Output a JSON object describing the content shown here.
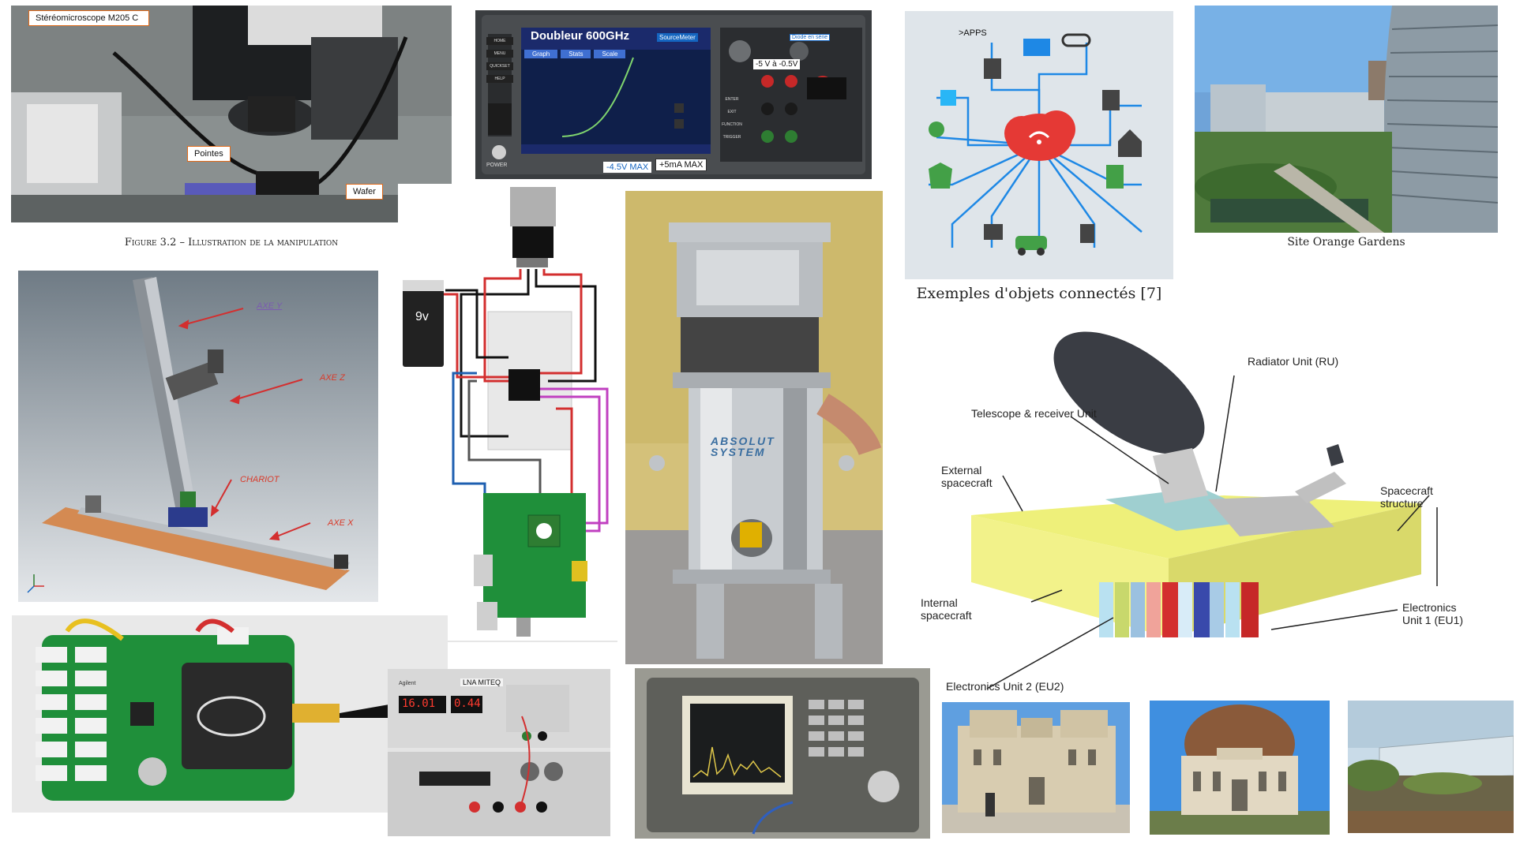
{
  "figure_3_2": {
    "callout_microscope": "Stéréomicroscope M205 C",
    "callout_tips": "Pointes",
    "callout_wafer": "Wafer",
    "caption": "Figure 3.2 – Illustration de la manipulation"
  },
  "source_meter": {
    "title": "Doubleur 600GHz",
    "brand": "SourceMeter",
    "tabs": [
      "Graph",
      "Stats",
      "Scale"
    ],
    "range_label": "-5 V à -0.5V",
    "diode_label": "Diode en série",
    "limit_voltage": "-4.5V MAX",
    "limit_current": "+5mA  MAX",
    "side_buttons": [
      "HOME",
      "MENU",
      "QUICKSET",
      "HELP"
    ],
    "right_buttons": [
      "ENTER",
      "EXIT",
      "FUNCTION",
      "TRIGGER"
    ],
    "power_label": "POWER"
  },
  "iot": {
    "apps_label": ">APPS",
    "caption": "Exemples d'objets connectés [7]"
  },
  "orange_gardens": {
    "caption": "Site Orange Gardens"
  },
  "cad_axes": {
    "axe_y": "AXE Y",
    "axe_z": "AXE Z",
    "chariot": "CHARIOT",
    "axe_x": "AXE X"
  },
  "wiring": {
    "battery_label": "9v"
  },
  "cryostat": {
    "brand_line1": "ABSOLUT",
    "brand_line2": "SYSTEM"
  },
  "spacecraft": {
    "radiator": "Radiator Unit (RU)",
    "telescope": "Telescope & receiver Unit",
    "external": "External\nspacecraft",
    "structure": "Spacecraft\nstructure",
    "internal": "Internal\nspacecraft",
    "eu1": "Electronics\nUnit 1 (EU1)",
    "eu2": "Electronics Unit 2 (EU2)"
  },
  "lna": {
    "panel_label": "LNA MITEQ",
    "display_left": "16.01",
    "display_right": "0.44",
    "brand": "Agilent"
  },
  "colors": {
    "orange_callout": "#e06a1a",
    "cad_red": "#d93a2a",
    "iot_blue": "#1e88e5",
    "iot_red": "#e53935",
    "iot_green": "#43a047",
    "pcb_green": "#1f8f3a",
    "spacecraft_yellow": "#f2f28a"
  }
}
